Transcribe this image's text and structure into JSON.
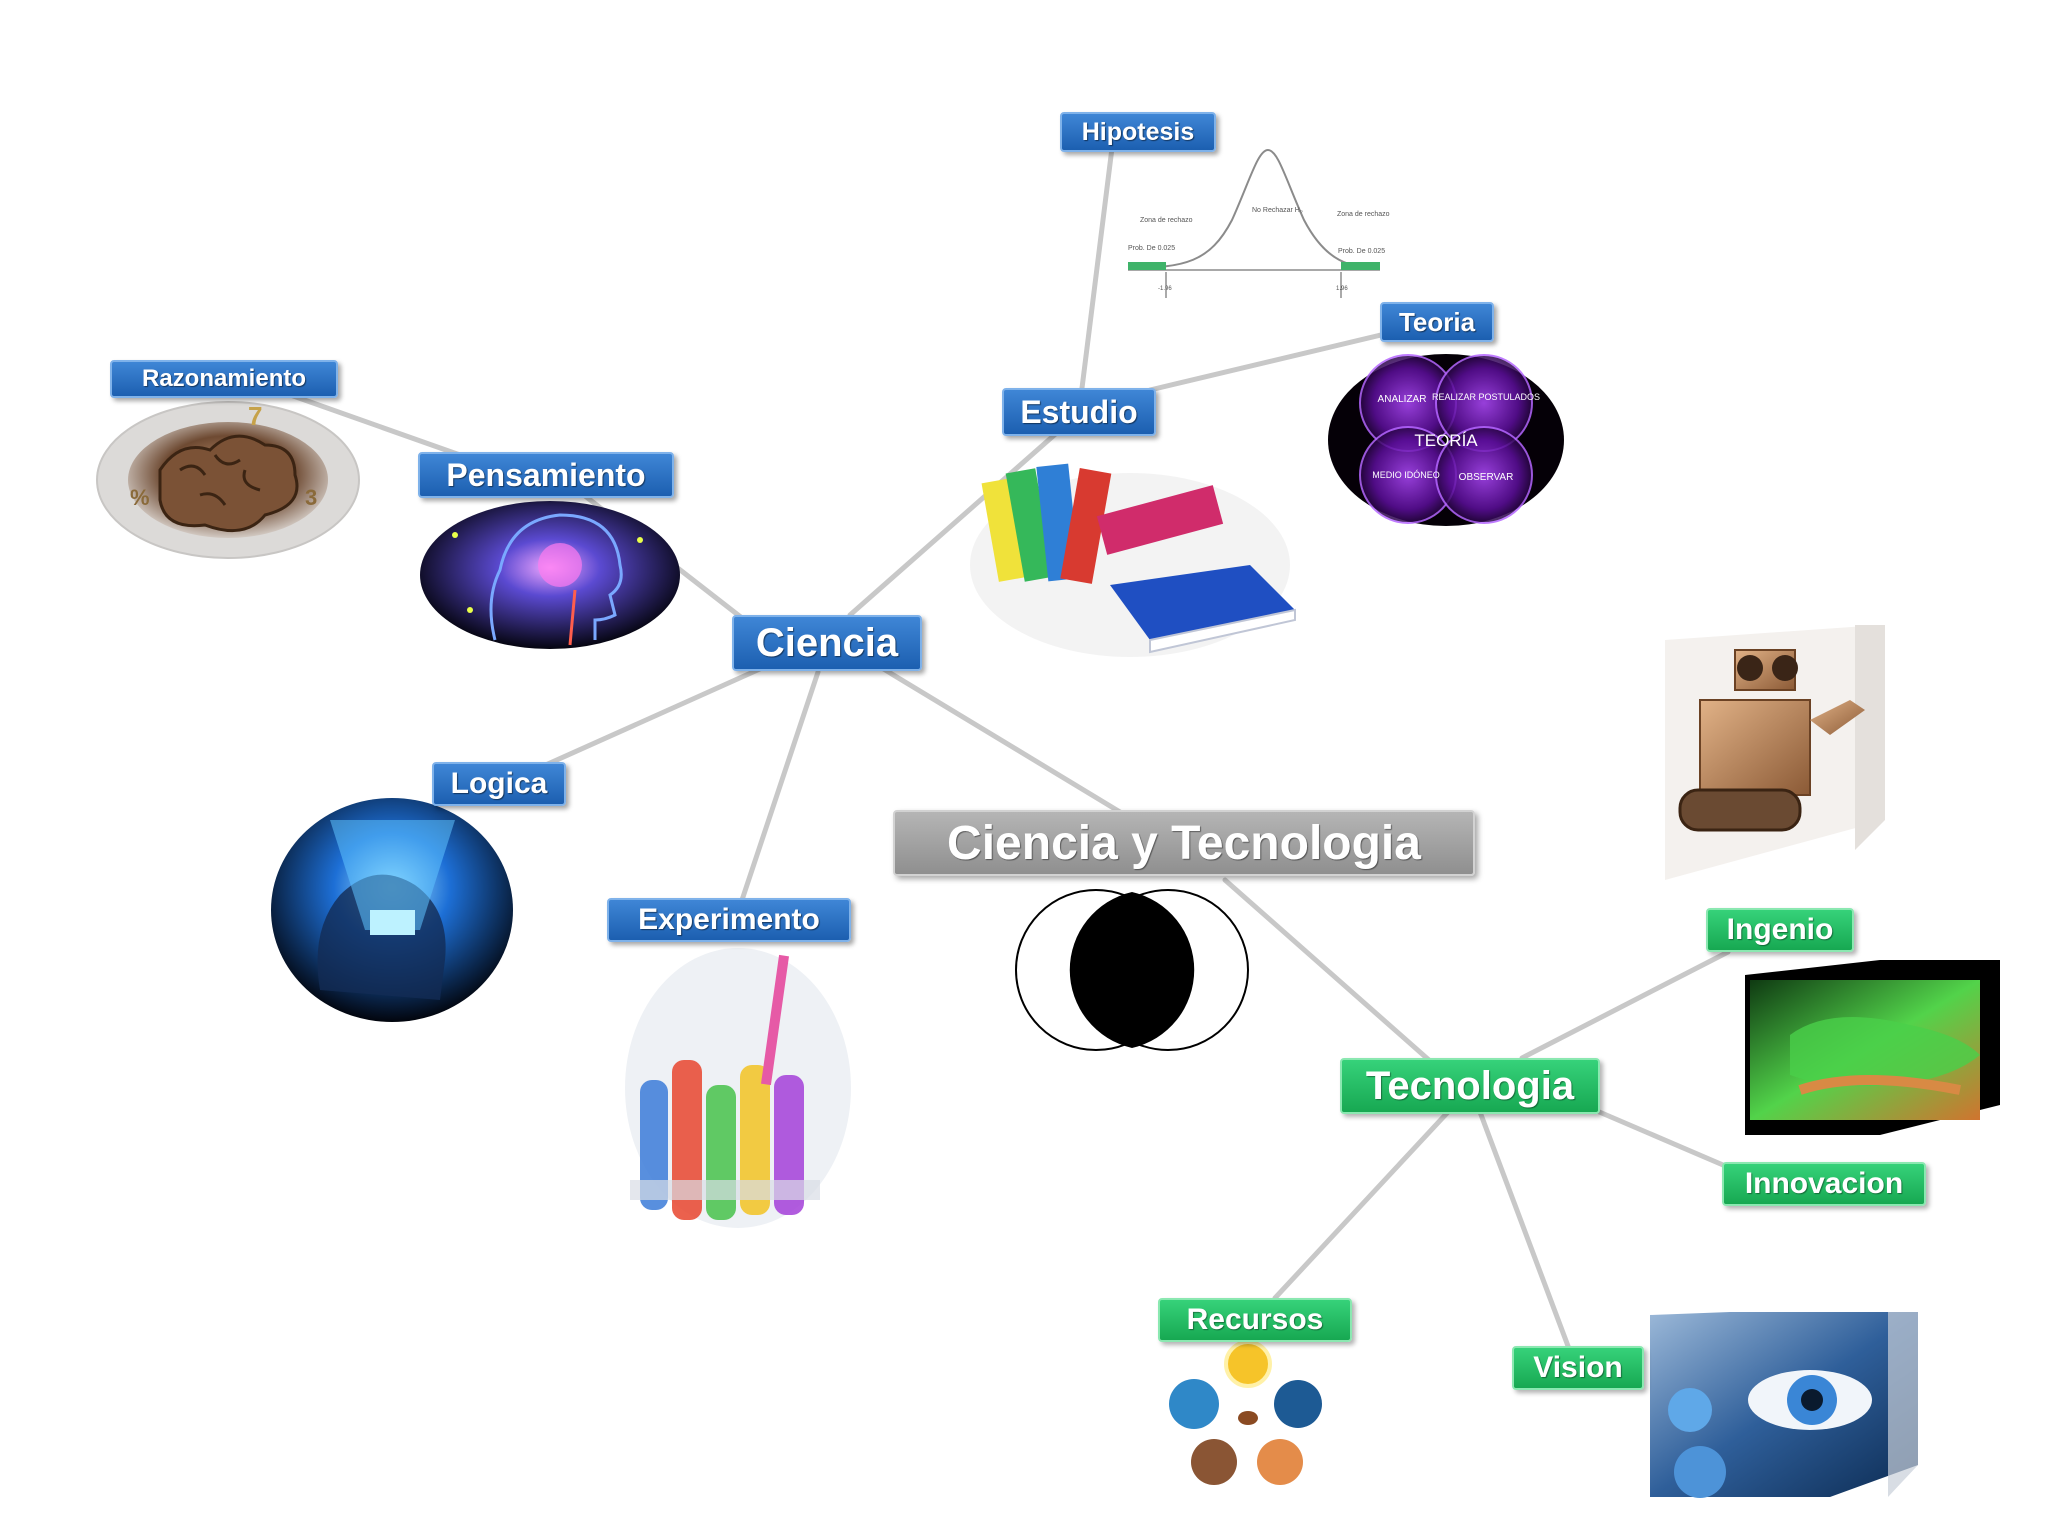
{
  "nodes": {
    "central": "Ciencia y Tecnologia",
    "ciencia": "Ciencia",
    "tecnologia": "Tecnologia",
    "estudio": "Estudio",
    "hipotesis": "Hipotesis",
    "teoria": "Teoria",
    "pensamiento": "Pensamiento",
    "razonamiento": "Razonamiento",
    "logica": "Logica",
    "experimento": "Experimento",
    "ingenio": "Ingenio",
    "innovacion": "Innovacion",
    "recursos": "Recursos",
    "vision": "Vision"
  },
  "bell_curve": {
    "left_zone": "Zona de rechazo",
    "center": "No Rechazar H₀",
    "right_zone": "Zona de rechazo",
    "left_prob": "Prob. De 0.025",
    "right_prob": "Prob. De 0.025",
    "left_tick": "-1.96",
    "right_tick": "1.96"
  },
  "theory_venn": {
    "center": "TEORÍA",
    "q1": "ANALIZAR",
    "q2": "REALIZAR POSTULADOS",
    "q3": "MEDIO IDÓNEO",
    "q4": "OBSERVAR"
  },
  "colors": {
    "connector": "#c6c6c6",
    "science_nodes": "#2a6fc2",
    "technology_nodes": "#22c06a",
    "central_node": "#a3a3a3"
  }
}
